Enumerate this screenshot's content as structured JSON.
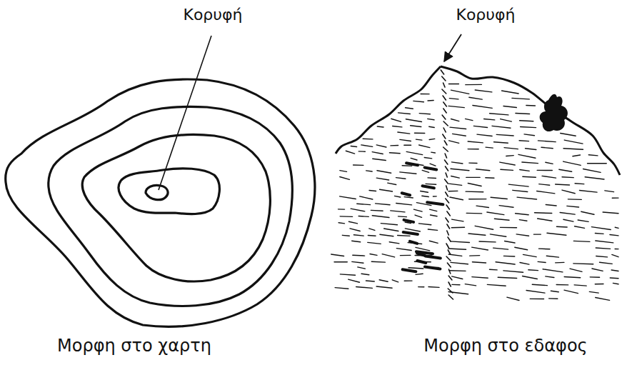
{
  "diagram": {
    "labels": [
      "Κορυφή",
      "Κορυφή",
      "Μορφη στο χαρτη",
      "Μορφη στο εδαφος"
    ]
  }
}
